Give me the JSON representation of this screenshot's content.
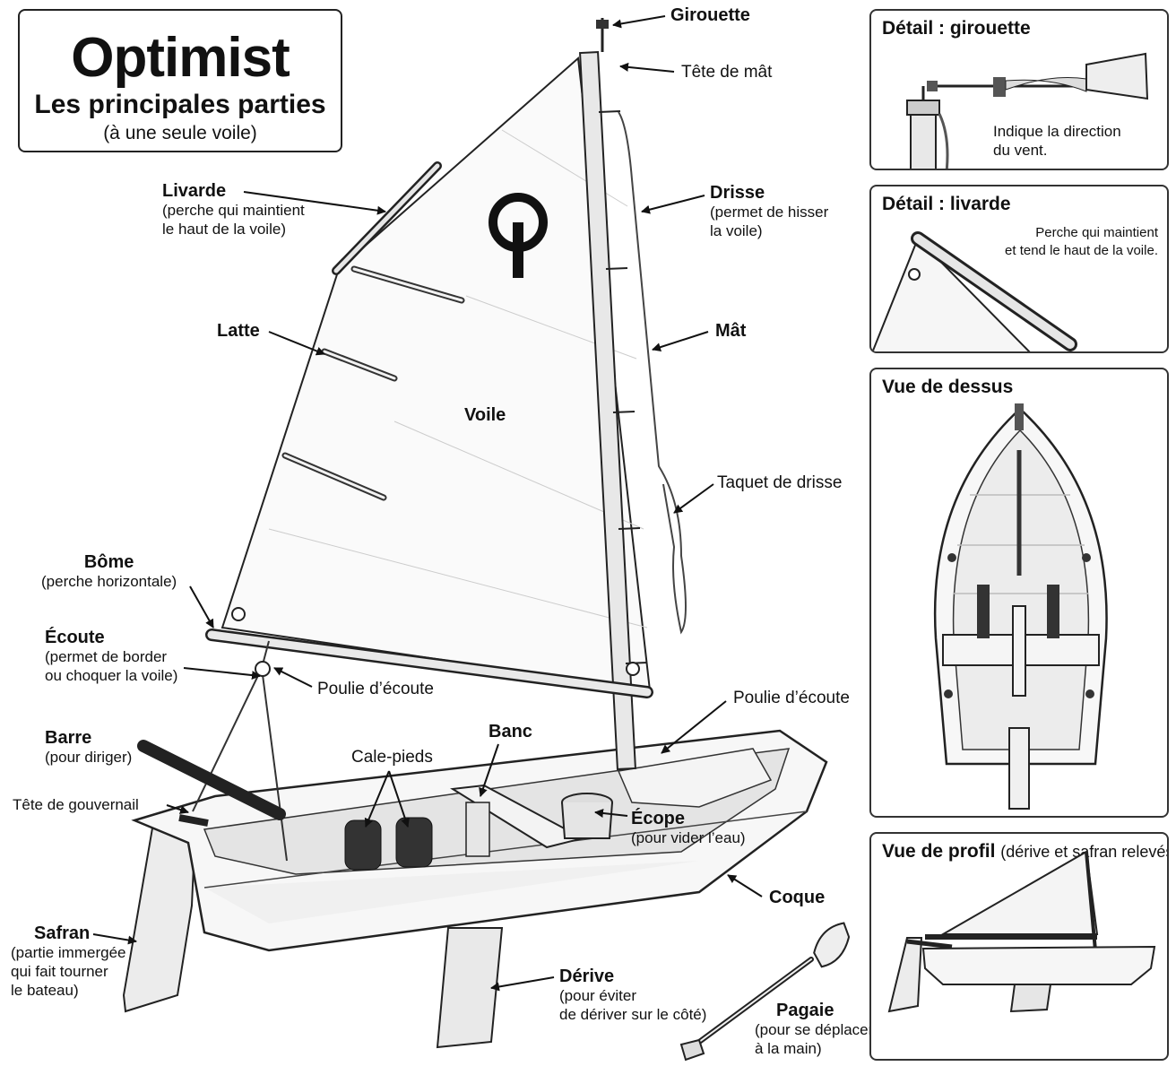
{
  "title": {
    "main": "Optimist",
    "sub": "Les principales parties",
    "note": "(à une seule voile)"
  },
  "sail_letter": "O",
  "labels": {
    "girouette": "Girouette",
    "tete_mat": "Tête de mât",
    "livarde": {
      "name": "Livarde",
      "note1": "(perche qui maintient",
      "note2": "le haut de la voile)"
    },
    "drisse": {
      "name": "Drisse",
      "note1": "(permet de hisser",
      "note2": "la voile)"
    },
    "latte": "Latte",
    "mat": "Mât",
    "voile": "Voile",
    "taquet": "Taquet de drisse",
    "bome": {
      "name": "Bôme",
      "note1": "(perche horizontale)"
    },
    "ecoute": {
      "name": "Écoute",
      "note1": "(permet de border",
      "note2": "ou choquer la voile)"
    },
    "poulie1": "Poulie d’écoute",
    "poulie2": "Poulie d’écoute",
    "barre": {
      "name": "Barre",
      "note1": "(pour diriger)"
    },
    "banc": "Banc",
    "cale_pieds": "Cale-pieds",
    "tete_gouvernail": "Tête de gouvernail",
    "ecope": {
      "name": "Écope",
      "note1": "(pour vider l’eau)"
    },
    "coque": "Coque",
    "safran": {
      "name": "Safran",
      "note1": "(partie immergée",
      "note2": "qui fait tourner",
      "note3": "le bateau)"
    },
    "derive": {
      "name": "Dérive",
      "note1": "(pour éviter",
      "note2": "de dériver sur le côté)"
    },
    "pagaie": {
      "name": "Pagaie",
      "note1": "(pour se déplacer",
      "note2": "à la main)"
    }
  },
  "panels": {
    "girouette": {
      "title": "Détail : girouette",
      "note1": "Indique la direction",
      "note2": "du vent."
    },
    "livarde": {
      "title": "Détail : livarde",
      "note1": "Perche qui maintient",
      "note2": "et tend le haut de la voile."
    },
    "dessus": {
      "title": "Vue de dessus"
    },
    "profil": {
      "title": "Vue de profil",
      "subtitle": "(dérive et safran relevés)"
    }
  }
}
